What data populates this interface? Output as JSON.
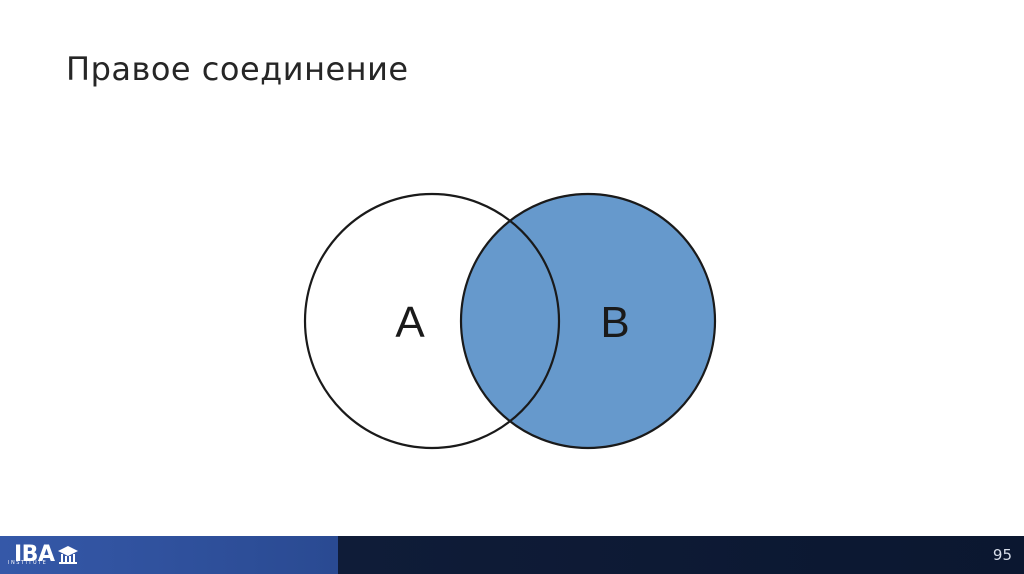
{
  "slide": {
    "title": "Правое соединение",
    "page_number": "95"
  },
  "diagram": {
    "type": "venn",
    "sets": [
      {
        "label": "A",
        "highlighted": false
      },
      {
        "label": "B",
        "highlighted": true
      }
    ],
    "highlighted_region": "B",
    "colors": {
      "highlight_fill": "#6699cc",
      "outline": "#1a1a1a",
      "background": "#ffffff"
    }
  },
  "footer": {
    "logo_text": "IBA",
    "logo_subtext": "INSTITUTE",
    "logo_icon": "graduation-cap-building-icon",
    "colors": {
      "left": "#3558a8",
      "right": "#0b1730"
    }
  }
}
